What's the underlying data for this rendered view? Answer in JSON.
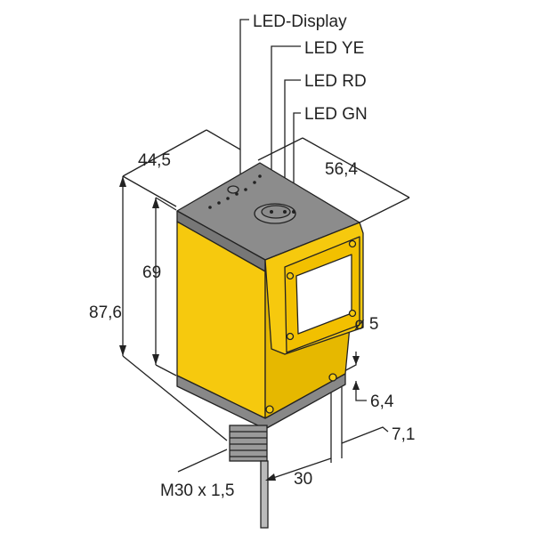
{
  "labels": {
    "led_display": "LED-Display",
    "led_ye": "LED YE",
    "led_rd": "LED RD",
    "led_gn": "LED GN"
  },
  "dimensions": {
    "depth": "44,5",
    "width": "56,4",
    "body_height": "69",
    "total_height": "87,6",
    "hole_diameter": "ø 5",
    "hole_offset_1": "6,4",
    "hole_offset_2": "7,1",
    "thread": "M30 x 1,5",
    "connector_offset": "30"
  },
  "colors": {
    "housing": "#f6c90e",
    "top": "#8c8c8c",
    "lens": "#ffffff",
    "line": "#222222"
  }
}
